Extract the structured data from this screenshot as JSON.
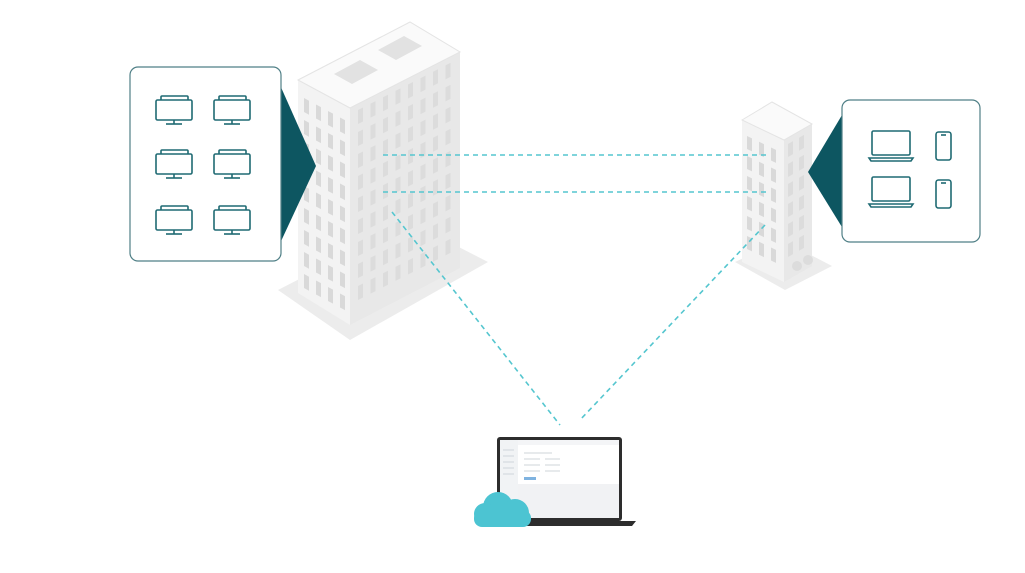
{
  "colors": {
    "background": "#ffffff",
    "panel_border": "#4f7f86",
    "panel_wedge": "#0d5661",
    "device_stroke": "#1f6a73",
    "link_dashed": "#55c6cf",
    "cloud": "#4cc4d2",
    "building_front": "#f1f1f1",
    "building_side": "#e6e6e6",
    "building_top": "#fafafa",
    "building_window": "#d9d9d9",
    "building_shadow": "#ececec",
    "laptop_frame": "#2d2d2d"
  },
  "diagram": {
    "headquarters": {
      "devices": [
        {
          "type": "desktop",
          "icon": "desktop-computer-icon"
        },
        {
          "type": "desktop",
          "icon": "desktop-computer-icon"
        },
        {
          "type": "desktop",
          "icon": "desktop-computer-icon"
        },
        {
          "type": "desktop",
          "icon": "desktop-computer-icon"
        },
        {
          "type": "desktop",
          "icon": "desktop-computer-icon"
        },
        {
          "type": "desktop",
          "icon": "desktop-computer-icon"
        }
      ]
    },
    "branch_office": {
      "devices": [
        {
          "type": "laptop",
          "icon": "laptop-icon"
        },
        {
          "type": "phone",
          "icon": "mobile-phone-icon"
        },
        {
          "type": "laptop",
          "icon": "laptop-icon"
        },
        {
          "type": "phone",
          "icon": "mobile-phone-icon"
        }
      ]
    },
    "controller": {
      "device": "laptop",
      "icon": "cloud-icon"
    },
    "links": [
      {
        "from": "headquarters",
        "to": "branch_office",
        "style": "dashed"
      },
      {
        "from": "headquarters",
        "to": "branch_office",
        "style": "dashed"
      },
      {
        "from": "headquarters",
        "to": "cloud_controller",
        "style": "dashed"
      },
      {
        "from": "branch_office",
        "to": "cloud_controller",
        "style": "dashed"
      }
    ]
  }
}
